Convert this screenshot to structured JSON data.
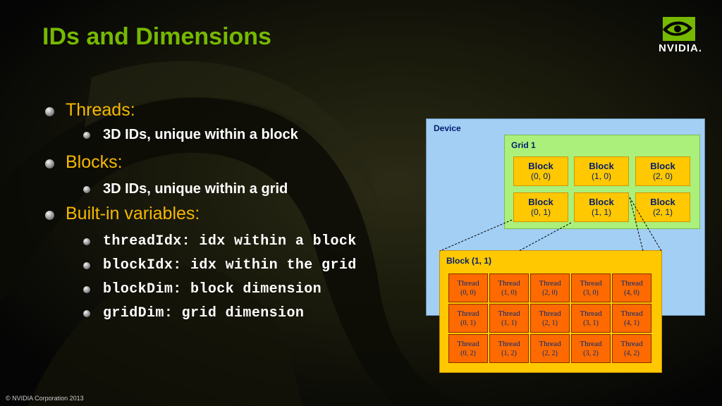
{
  "title": "IDs and Dimensions",
  "bullets": [
    {
      "text": "Threads:",
      "sub": [
        "3D IDs, unique within a block"
      ]
    },
    {
      "text": "Blocks:",
      "sub": [
        "3D IDs, unique within a grid"
      ]
    },
    {
      "text": "Built-in variables:",
      "sub": [
        "threadIdx: idx within a block",
        "blockIdx: idx within the grid",
        "blockDim: block dimension",
        "gridDim: grid dimension"
      ]
    }
  ],
  "logo_text": "NVIDIA.",
  "footer": "© NVIDIA Corporation 2013",
  "diagram": {
    "device_label": "Device",
    "grid_label": "Grid 1",
    "block_word": "Block",
    "blocks": [
      "(0, 0)",
      "(1, 0)",
      "(2, 0)",
      "(0, 1)",
      "(1, 1)",
      "(2, 1)"
    ],
    "zoom_label": "Block (1, 1)",
    "thread_word": "Thread",
    "threads": [
      "(0, 0)",
      "(1, 0)",
      "(2, 0)",
      "(3, 0)",
      "(4, 0)",
      "(0, 1)",
      "(1, 1)",
      "(2, 1)",
      "(3, 1)",
      "(4, 1)",
      "(0, 2)",
      "(1, 2)",
      "(2, 2)",
      "(3, 2)",
      "(4, 2)"
    ]
  },
  "colors": {
    "title": "#76b900",
    "bullet": "#f7b800",
    "device": "#a3cff5",
    "grid": "#aaf07a",
    "block": "#ffc800",
    "thread": "#ff6a00"
  }
}
